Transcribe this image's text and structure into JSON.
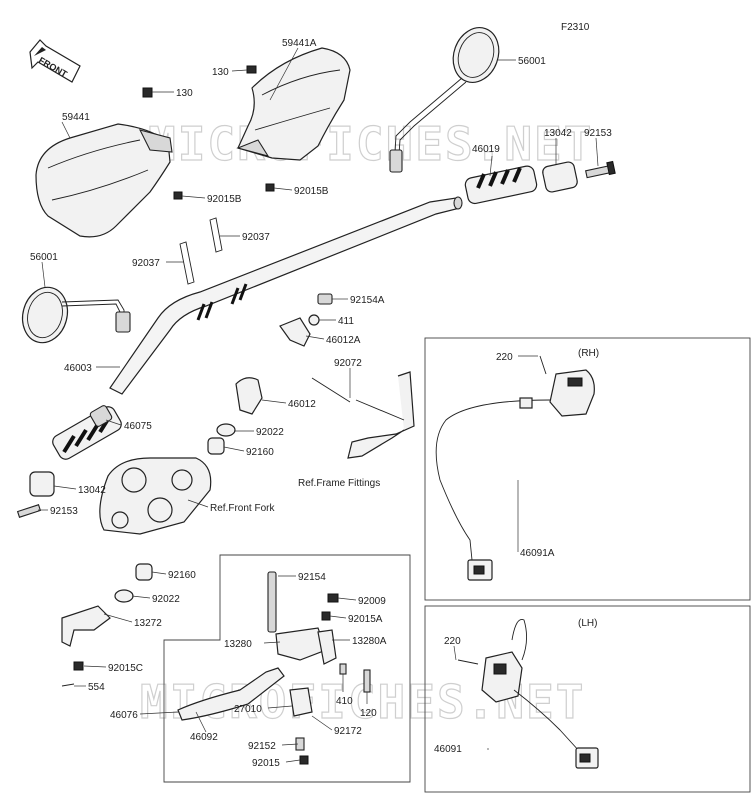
{
  "figure_code": "F2310",
  "front_label": "FRONT",
  "watermarks": [
    "MICROFICHES.NET",
    "MICROFICHES.NET"
  ],
  "boxes": {
    "rh": "(RH)",
    "lh": "(LH)"
  },
  "labels": {
    "p59441A": "59441A",
    "p130a": "130",
    "p130b": "130",
    "p59441": "59441",
    "p92015Ba": "92015B",
    "p92015Bb": "92015B",
    "p56001a": "56001",
    "p13042a": "13042",
    "p92153a": "92153",
    "p46019": "46019",
    "p92037a": "92037",
    "p92037b": "92037",
    "p56001b": "56001",
    "p92154A": "92154A",
    "p411": "411",
    "p46012A": "46012A",
    "p46003": "46003",
    "p92072": "92072",
    "p220a": "220",
    "p46012": "46012",
    "p46075": "46075",
    "p92022a": "92022",
    "p92160a": "92160",
    "pRefFrame": "Ref.Frame Fittings",
    "p13042b": "13042",
    "p92153b": "92153",
    "pRefFork": "Ref.Front Fork",
    "p46091A": "46091A",
    "p92160b": "92160",
    "p92154": "92154",
    "p92022b": "92022",
    "p92009": "92009",
    "p92015A": "92015A",
    "p13272": "13272",
    "p13280": "13280",
    "p13280A": "13280A",
    "p220b": "220",
    "p92015C": "92015C",
    "p410": "410",
    "p120": "120",
    "p554": "554",
    "p46076": "46076",
    "p27010": "27010",
    "p92172": "92172",
    "p46092": "46092",
    "p92152": "92152",
    "p92015": "92015",
    "p46091": "46091"
  }
}
